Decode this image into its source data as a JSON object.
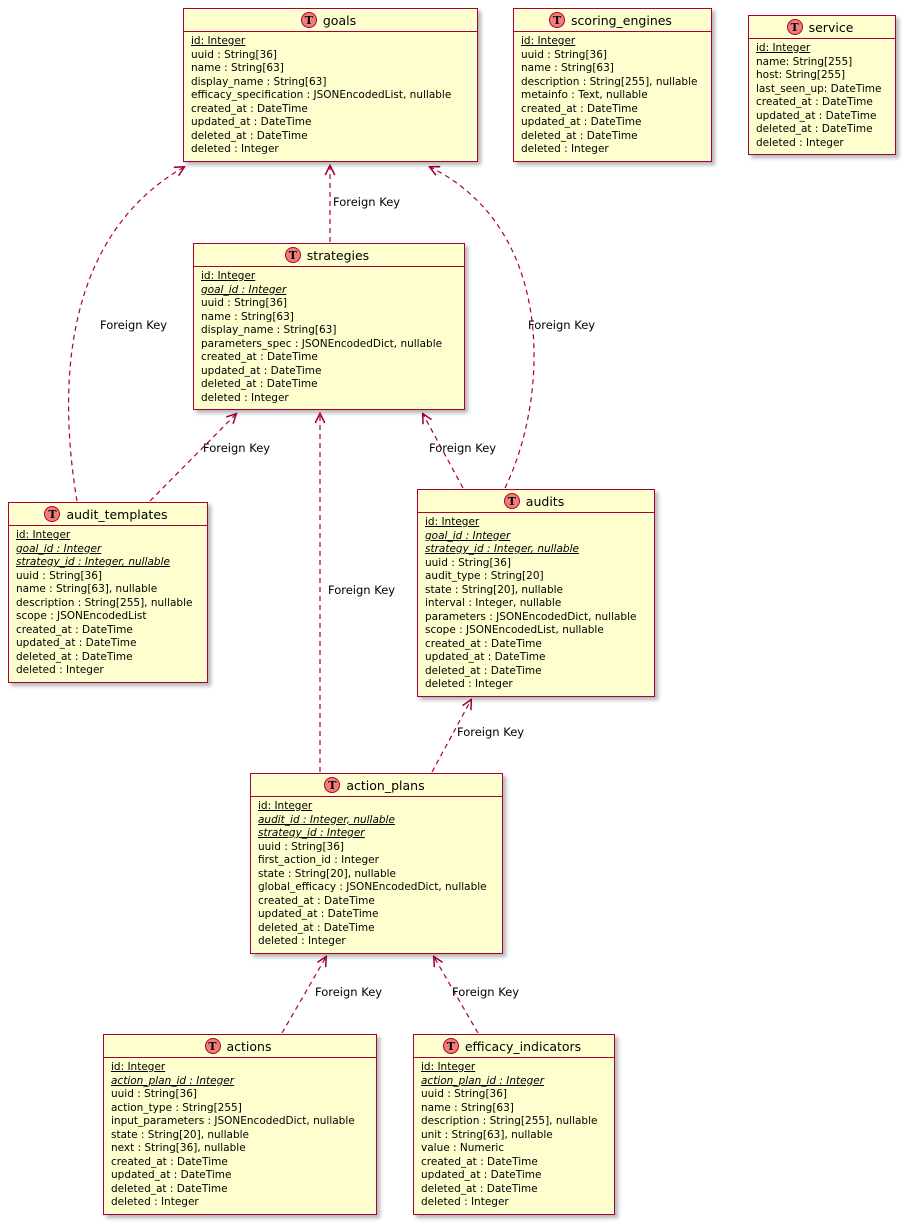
{
  "diagram": {
    "colors": {
      "table_fill": "#FEFECE",
      "table_border": "#A80036",
      "spot_fill": "#F07C7C",
      "arrow": "#A80036",
      "background": "#FFFFFF",
      "text": "#000000"
    },
    "tables": [
      {
        "id": "goals",
        "name": "goals",
        "icon": "T",
        "fields": [
          {
            "text": "id: Integer",
            "style": "pk"
          },
          {
            "text": "uuid : String[36]",
            "style": "plain"
          },
          {
            "text": "name : String[63]",
            "style": "plain"
          },
          {
            "text": "display_name : String[63]",
            "style": "plain"
          },
          {
            "text": "efficacy_specification : JSONEncodedList, nullable",
            "style": "plain"
          },
          {
            "text": "created_at : DateTime",
            "style": "plain"
          },
          {
            "text": "updated_at : DateTime",
            "style": "plain"
          },
          {
            "text": "deleted_at : DateTime",
            "style": "plain"
          },
          {
            "text": "deleted : Integer",
            "style": "plain"
          }
        ]
      },
      {
        "id": "scoring_engines",
        "name": "scoring_engines",
        "icon": "T",
        "fields": [
          {
            "text": "id: Integer",
            "style": "pk"
          },
          {
            "text": "uuid : String[36]",
            "style": "plain"
          },
          {
            "text": "name : String[63]",
            "style": "plain"
          },
          {
            "text": "description : String[255], nullable",
            "style": "plain"
          },
          {
            "text": "metainfo : Text, nullable",
            "style": "plain"
          },
          {
            "text": "created_at : DateTime",
            "style": "plain"
          },
          {
            "text": "updated_at : DateTime",
            "style": "plain"
          },
          {
            "text": "deleted_at : DateTime",
            "style": "plain"
          },
          {
            "text": "deleted : Integer",
            "style": "plain"
          }
        ]
      },
      {
        "id": "service",
        "name": "service",
        "icon": "T",
        "fields": [
          {
            "text": "id: Integer",
            "style": "pk"
          },
          {
            "text": "name: String[255]",
            "style": "plain"
          },
          {
            "text": "host: String[255]",
            "style": "plain"
          },
          {
            "text": "last_seen_up: DateTime",
            "style": "plain"
          },
          {
            "text": "created_at : DateTime",
            "style": "plain"
          },
          {
            "text": "updated_at : DateTime",
            "style": "plain"
          },
          {
            "text": "deleted_at : DateTime",
            "style": "plain"
          },
          {
            "text": "deleted : Integer",
            "style": "plain"
          }
        ]
      },
      {
        "id": "strategies",
        "name": "strategies",
        "icon": "T",
        "fields": [
          {
            "text": "id: Integer",
            "style": "pk"
          },
          {
            "text": "goal_id : Integer",
            "style": "fk"
          },
          {
            "text": "uuid : String[36]",
            "style": "plain"
          },
          {
            "text": "name : String[63]",
            "style": "plain"
          },
          {
            "text": "display_name : String[63]",
            "style": "plain"
          },
          {
            "text": "parameters_spec : JSONEncodedDict, nullable",
            "style": "plain"
          },
          {
            "text": "created_at : DateTime",
            "style": "plain"
          },
          {
            "text": "updated_at : DateTime",
            "style": "plain"
          },
          {
            "text": "deleted_at : DateTime",
            "style": "plain"
          },
          {
            "text": "deleted : Integer",
            "style": "plain"
          }
        ]
      },
      {
        "id": "audit_templates",
        "name": "audit_templates",
        "icon": "T",
        "fields": [
          {
            "text": "id: Integer",
            "style": "pk"
          },
          {
            "text": "goal_id : Integer",
            "style": "fk"
          },
          {
            "text": "strategy_id : Integer, nullable",
            "style": "fk"
          },
          {
            "text": "uuid : String[36]",
            "style": "plain"
          },
          {
            "text": "name : String[63], nullable",
            "style": "plain"
          },
          {
            "text": "description : String[255], nullable",
            "style": "plain"
          },
          {
            "text": "scope : JSONEncodedList",
            "style": "plain"
          },
          {
            "text": "created_at : DateTime",
            "style": "plain"
          },
          {
            "text": "updated_at : DateTime",
            "style": "plain"
          },
          {
            "text": "deleted_at : DateTime",
            "style": "plain"
          },
          {
            "text": "deleted : Integer",
            "style": "plain"
          }
        ]
      },
      {
        "id": "audits",
        "name": "audits",
        "icon": "T",
        "fields": [
          {
            "text": "id: Integer",
            "style": "pk"
          },
          {
            "text": "goal_id : Integer",
            "style": "fk"
          },
          {
            "text": "strategy_id : Integer, nullable",
            "style": "fk"
          },
          {
            "text": "uuid : String[36]",
            "style": "plain"
          },
          {
            "text": "audit_type : String[20]",
            "style": "plain"
          },
          {
            "text": "state : String[20], nullable",
            "style": "plain"
          },
          {
            "text": "interval : Integer, nullable",
            "style": "plain"
          },
          {
            "text": "parameters : JSONEncodedDict, nullable",
            "style": "plain"
          },
          {
            "text": "scope : JSONEncodedList, nullable",
            "style": "plain"
          },
          {
            "text": "created_at : DateTime",
            "style": "plain"
          },
          {
            "text": "updated_at : DateTime",
            "style": "plain"
          },
          {
            "text": "deleted_at : DateTime",
            "style": "plain"
          },
          {
            "text": "deleted : Integer",
            "style": "plain"
          }
        ]
      },
      {
        "id": "action_plans",
        "name": "action_plans",
        "icon": "T",
        "fields": [
          {
            "text": "id: Integer",
            "style": "pk"
          },
          {
            "text": "audit_id : Integer, nullable",
            "style": "fk"
          },
          {
            "text": "strategy_id : Integer",
            "style": "fk"
          },
          {
            "text": "uuid : String[36]",
            "style": "plain"
          },
          {
            "text": "first_action_id : Integer",
            "style": "plain"
          },
          {
            "text": "state : String[20], nullable",
            "style": "plain"
          },
          {
            "text": "global_efficacy : JSONEncodedDict, nullable",
            "style": "plain"
          },
          {
            "text": "created_at : DateTime",
            "style": "plain"
          },
          {
            "text": "updated_at : DateTime",
            "style": "plain"
          },
          {
            "text": "deleted_at : DateTime",
            "style": "plain"
          },
          {
            "text": "deleted : Integer",
            "style": "plain"
          }
        ]
      },
      {
        "id": "actions",
        "name": "actions",
        "icon": "T",
        "fields": [
          {
            "text": "id: Integer",
            "style": "pk"
          },
          {
            "text": "action_plan_id : Integer",
            "style": "fk"
          },
          {
            "text": "uuid : String[36]",
            "style": "plain"
          },
          {
            "text": "action_type : String[255]",
            "style": "plain"
          },
          {
            "text": "input_parameters : JSONEncodedDict, nullable",
            "style": "plain"
          },
          {
            "text": "state : String[20], nullable",
            "style": "plain"
          },
          {
            "text": "next : String[36], nullable",
            "style": "plain"
          },
          {
            "text": "created_at : DateTime",
            "style": "plain"
          },
          {
            "text": "updated_at : DateTime",
            "style": "plain"
          },
          {
            "text": "deleted_at : DateTime",
            "style": "plain"
          },
          {
            "text": "deleted : Integer",
            "style": "plain"
          }
        ]
      },
      {
        "id": "efficacy_indicators",
        "name": "efficacy_indicators",
        "icon": "T",
        "fields": [
          {
            "text": "id: Integer",
            "style": "pk"
          },
          {
            "text": "action_plan_id : Integer",
            "style": "fk"
          },
          {
            "text": "uuid : String[36]",
            "style": "plain"
          },
          {
            "text": "name : String[63]",
            "style": "plain"
          },
          {
            "text": "description : String[255], nullable",
            "style": "plain"
          },
          {
            "text": "unit : String[63], nullable",
            "style": "plain"
          },
          {
            "text": "value : Numeric",
            "style": "plain"
          },
          {
            "text": "created_at : DateTime",
            "style": "plain"
          },
          {
            "text": "updated_at : DateTime",
            "style": "plain"
          },
          {
            "text": "deleted_at : DateTime",
            "style": "plain"
          },
          {
            "text": "deleted : Integer",
            "style": "plain"
          }
        ]
      }
    ],
    "relations": [
      {
        "from": "strategies",
        "to": "goals",
        "label": "Foreign Key"
      },
      {
        "from": "audit_templates",
        "to": "goals",
        "label": "Foreign Key"
      },
      {
        "from": "audits",
        "to": "goals",
        "label": "Foreign Key"
      },
      {
        "from": "audit_templates",
        "to": "strategies",
        "label": "Foreign Key"
      },
      {
        "from": "audits",
        "to": "strategies",
        "label": "Foreign Key"
      },
      {
        "from": "action_plans",
        "to": "strategies",
        "label": "Foreign Key"
      },
      {
        "from": "action_plans",
        "to": "audits",
        "label": "Foreign Key"
      },
      {
        "from": "actions",
        "to": "action_plans",
        "label": "Foreign Key"
      },
      {
        "from": "efficacy_indicators",
        "to": "action_plans",
        "label": "Foreign Key"
      }
    ]
  }
}
